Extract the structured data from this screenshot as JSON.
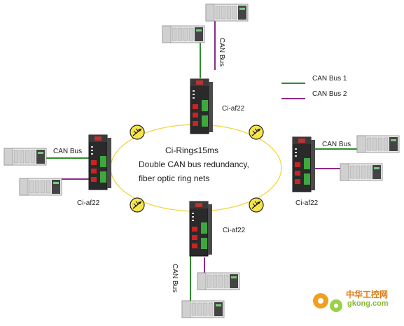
{
  "ring": {
    "title": "Ci-Ring≤15ms",
    "line1": "Double CAN bus redundancy,",
    "line2": "fiber optic ring nets",
    "ring_color": "#f2d84a"
  },
  "legend": {
    "bus1_label": "CAN Bus 1",
    "bus2_label": "CAN Bus 2",
    "bus1_color": "#2e8b2e",
    "bus2_color": "#8b2a8b"
  },
  "devices": {
    "top_label": "Ci-af22",
    "left_label": "Ci-af22",
    "right_label": "Ci-af22",
    "bottom_label": "Ci-af22"
  },
  "bus_labels": {
    "top": "CAN Bus",
    "left": "CAN Bus",
    "right": "CAN Bus",
    "bottom": "CAN Bus"
  },
  "watermark": {
    "cn": "中华工控网",
    "url": "gkong.com"
  }
}
